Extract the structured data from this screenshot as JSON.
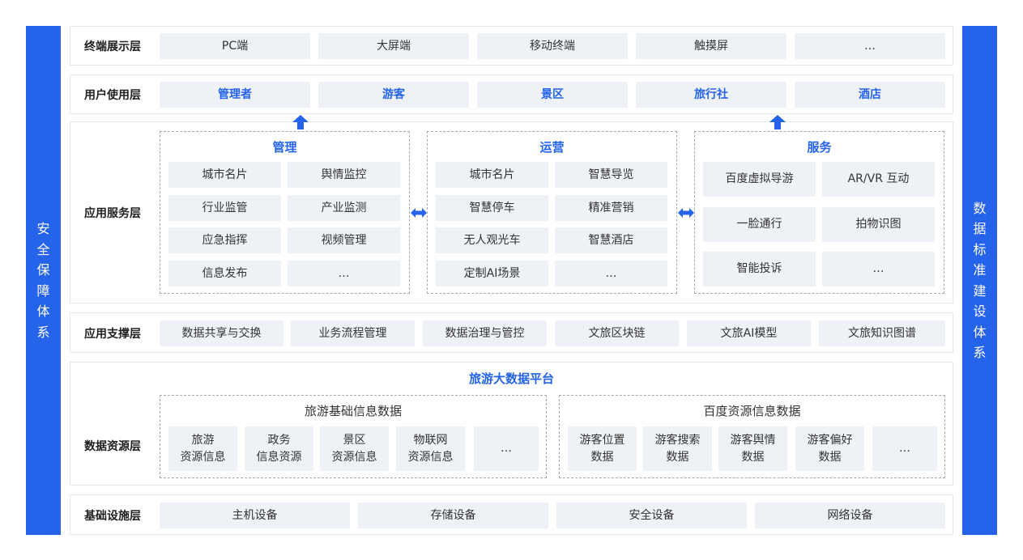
{
  "side_left": "安全保障体系",
  "side_right": "数据标准建设体系",
  "terminal": {
    "label": "终端展示层",
    "items": [
      "PC端",
      "大屏端",
      "移动终端",
      "触摸屏",
      "…"
    ]
  },
  "user": {
    "label": "用户使用层",
    "items": [
      "管理者",
      "游客",
      "景区",
      "旅行社",
      "酒店"
    ]
  },
  "app_service": {
    "label": "应用服务层",
    "groups": [
      {
        "title": "管理",
        "items": [
          "城市名片",
          "舆情监控",
          "行业监管",
          "产业监测",
          "应急指挥",
          "视频管理",
          "信息发布",
          "…"
        ]
      },
      {
        "title": "运营",
        "items": [
          "城市名片",
          "智慧导览",
          "智慧停车",
          "精准营销",
          "无人观光车",
          "智慧酒店",
          "定制AI场景",
          "…"
        ]
      },
      {
        "title": "服务",
        "items": [
          "百度虚拟导游",
          "AR/VR 互动",
          "一脸通行",
          "拍物识图",
          "智能投诉",
          "…"
        ]
      }
    ]
  },
  "app_support": {
    "label": "应用支撑层",
    "items": [
      "数据共享与交换",
      "业务流程管理",
      "数据治理与管控",
      "文旅区块链",
      "文旅AI模型",
      "文旅知识图谱"
    ]
  },
  "data_resource": {
    "label": "数据资源层",
    "platform": "旅游大数据平台",
    "groups": [
      {
        "title": "旅游基础信息数据",
        "items": [
          [
            "旅游",
            "资源信息"
          ],
          [
            "政务",
            "信息资源"
          ],
          [
            "景区",
            "资源信息"
          ],
          [
            "物联网",
            "资源信息"
          ],
          [
            "…"
          ]
        ]
      },
      {
        "title": "百度资源信息数据",
        "items": [
          [
            "游客位置",
            "数据"
          ],
          [
            "游客搜索",
            "数据"
          ],
          [
            "游客舆情",
            "数据"
          ],
          [
            "游客偏好",
            "数据"
          ],
          [
            "…"
          ]
        ]
      }
    ]
  },
  "infrastructure": {
    "label": "基础设施层",
    "items": [
      "主机设备",
      "存储设备",
      "安全设备",
      "网络设备"
    ]
  },
  "colors": {
    "accent": "#2563eb",
    "cell_bg": "#eef1f6",
    "border": "#e4e7ee"
  }
}
